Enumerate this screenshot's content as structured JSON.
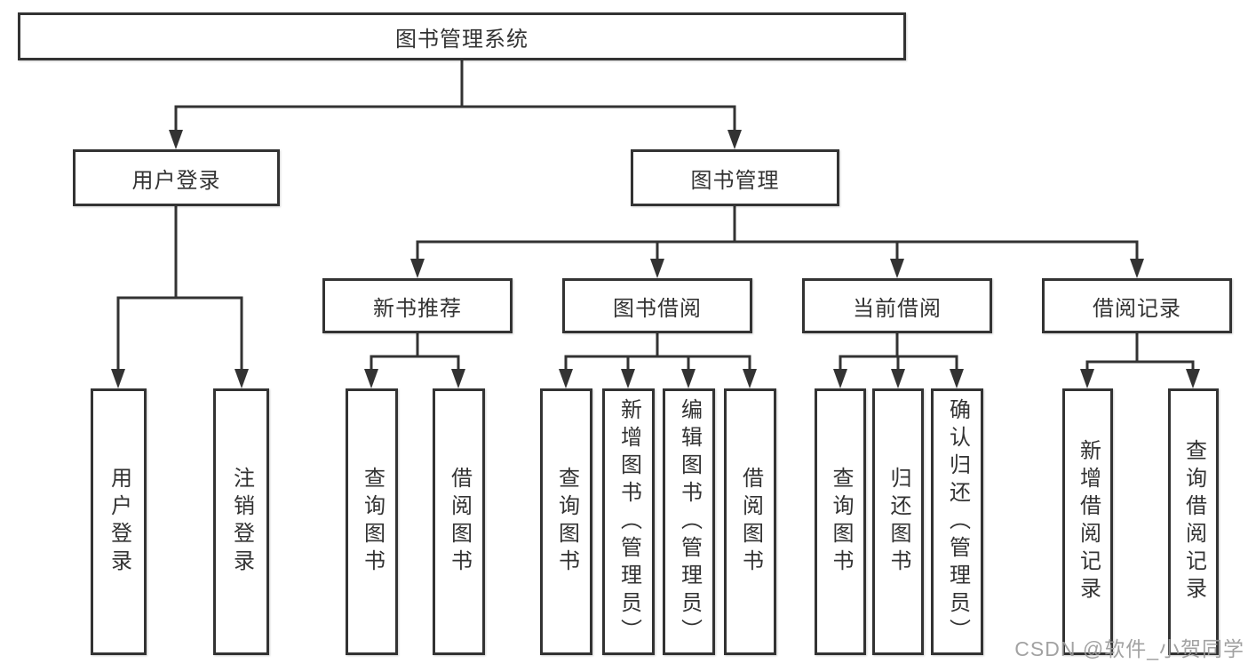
{
  "diagram": {
    "type": "hierarchy-tree",
    "title": "图书管理系统",
    "nodes": {
      "root": "图书管理系统",
      "login": "用户登录",
      "mgmt": "图书管理",
      "new_books": "新书推荐",
      "book_borrow": "图书借阅",
      "current_borrow": "当前借阅",
      "borrow_records": "借阅记录",
      "leaf_user_login": "用户登录",
      "leaf_logout": "注销登录",
      "leaf_new_query": "查询图书",
      "leaf_new_borrow": "借阅图书",
      "leaf_bb_query": "查询图书",
      "leaf_bb_add": "新增图书（管理员）",
      "leaf_bb_edit": "编辑图书（管理员）",
      "leaf_bb_borrow": "借阅图书",
      "leaf_cb_query": "查询图书",
      "leaf_cb_return": "归还图书",
      "leaf_cb_confirm": "确认归还（管理员）",
      "leaf_rec_add": "新增借阅记录",
      "leaf_rec_query": "查询借阅记录"
    },
    "structure": [
      {
        "parent": "图书管理系统",
        "children": [
          "用户登录",
          "图书管理"
        ]
      },
      {
        "parent": "用户登录",
        "children": [
          "用户登录",
          "注销登录"
        ]
      },
      {
        "parent": "图书管理",
        "children": [
          "新书推荐",
          "图书借阅",
          "当前借阅",
          "借阅记录"
        ]
      },
      {
        "parent": "新书推荐",
        "children": [
          "查询图书",
          "借阅图书"
        ]
      },
      {
        "parent": "图书借阅",
        "children": [
          "查询图书",
          "新增图书（管理员）",
          "编辑图书（管理员）",
          "借阅图书"
        ]
      },
      {
        "parent": "当前借阅",
        "children": [
          "查询图书",
          "归还图书",
          "确认归还（管理员）"
        ]
      },
      {
        "parent": "借阅记录",
        "children": [
          "新增借阅记录",
          "查询借阅记录"
        ]
      }
    ],
    "colors": {
      "line": "#333333",
      "border": "#333333",
      "text": "#333333",
      "background": "#ffffff",
      "watermark": "#9b9b9b"
    }
  },
  "watermark": {
    "text": "CSDN @软件_小贺同学"
  }
}
